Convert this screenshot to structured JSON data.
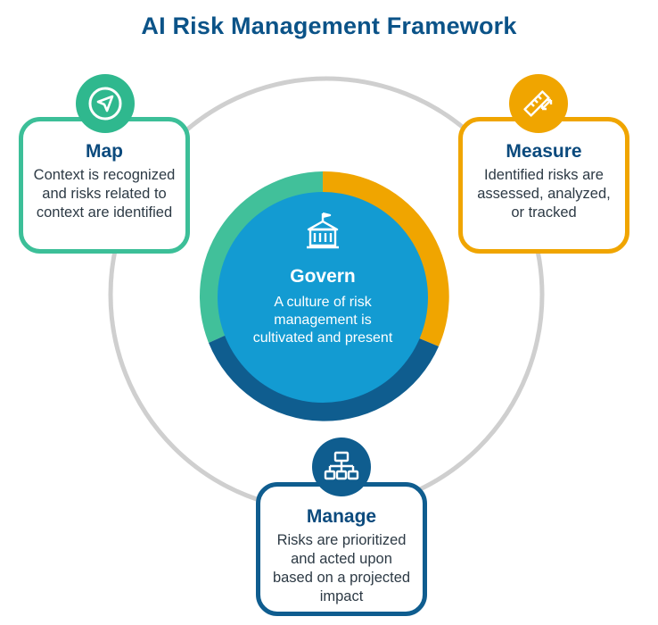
{
  "title": "AI Risk Management Framework",
  "colors": {
    "title": "#0b5388",
    "map": "#3cbf98",
    "measure": "#f0a500",
    "manage": "#0f5d8f",
    "govern_fill": "#139bd2",
    "ring": "#cfcfcf"
  },
  "govern": {
    "heading": "Govern",
    "text": "A culture of risk management is cultivated and present",
    "icon": "building-icon"
  },
  "map": {
    "heading": "Map",
    "text": "Context is recognized and risks related to context are identified",
    "icon": "navigation-arrow-icon"
  },
  "measure": {
    "heading": "Measure",
    "text": "Identified risks are assessed, analyzed, or tracked",
    "icon": "ruler-icon"
  },
  "manage": {
    "heading": "Manage",
    "text": "Risks are prioritized and acted upon based on a projected impact",
    "icon": "hierarchy-icon"
  }
}
